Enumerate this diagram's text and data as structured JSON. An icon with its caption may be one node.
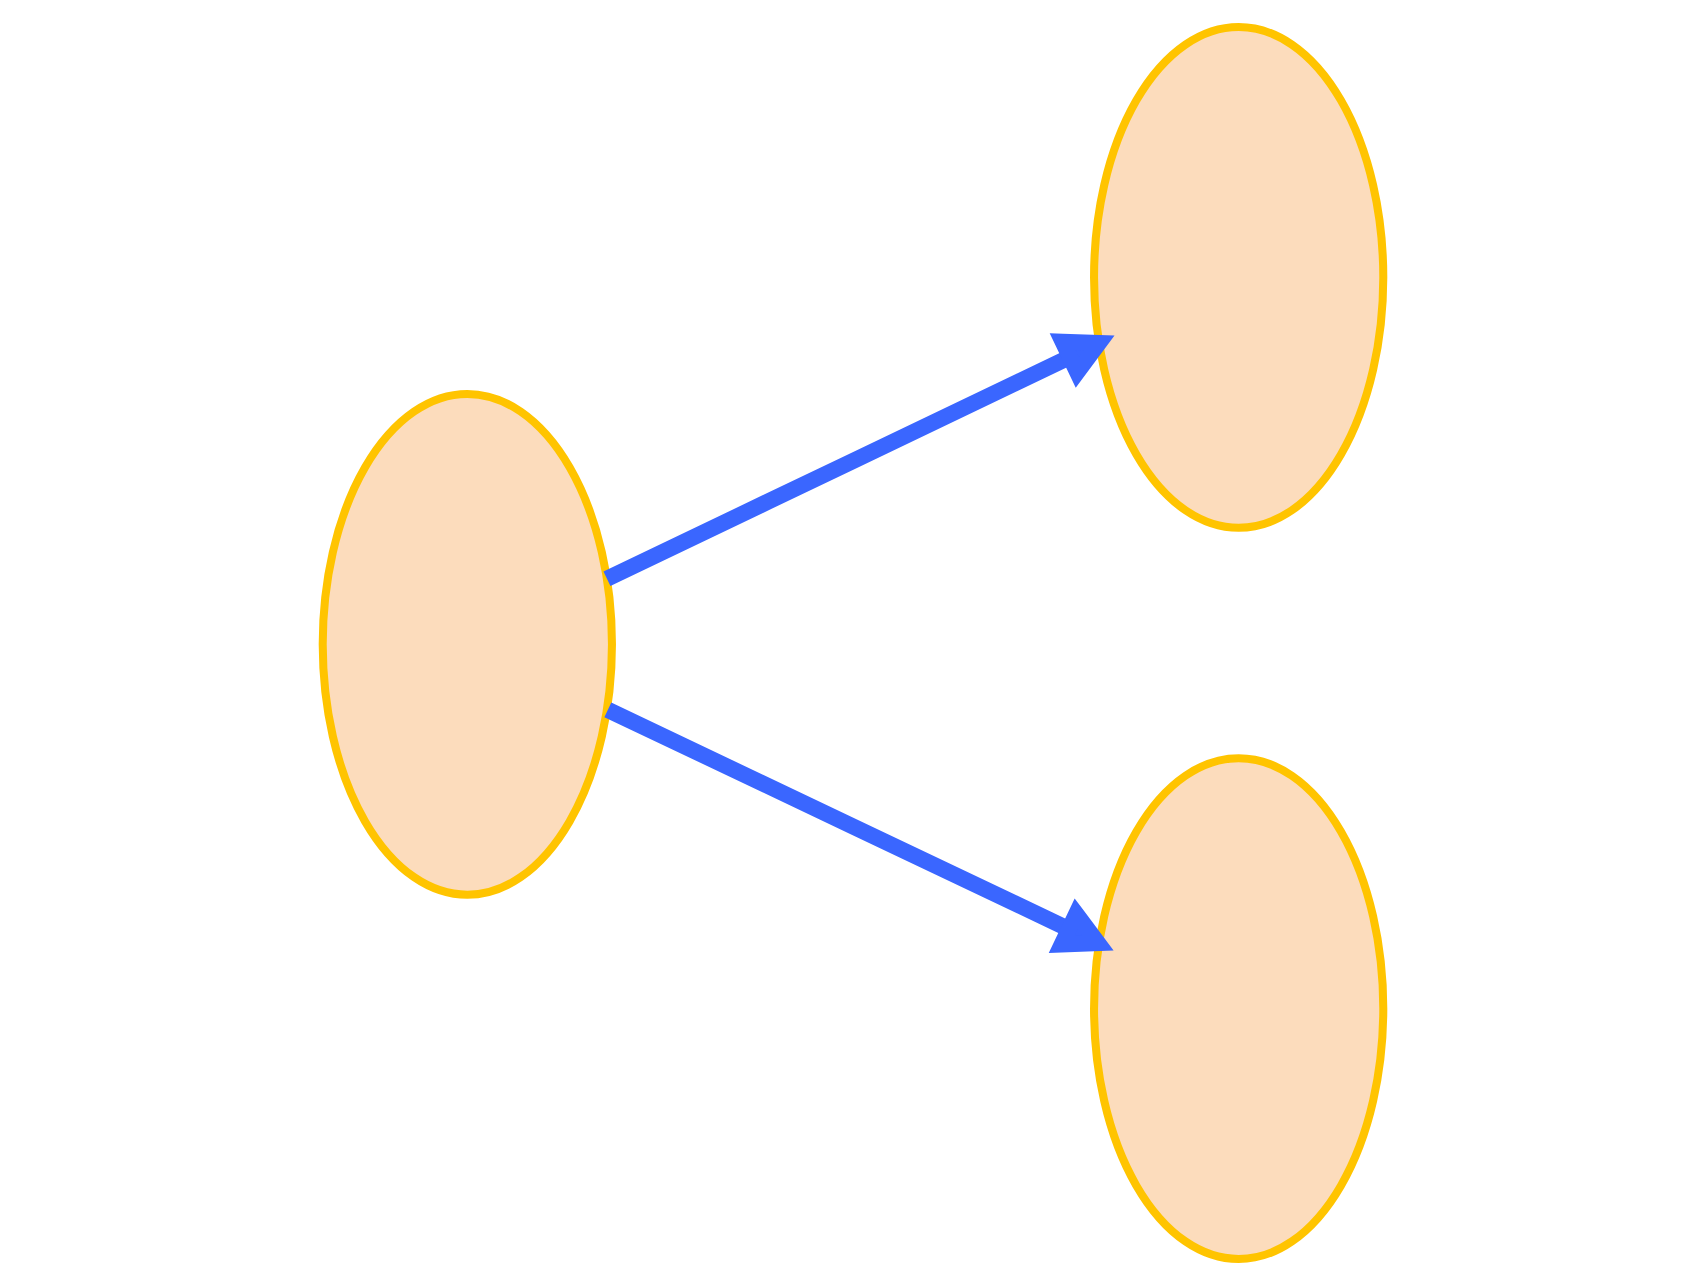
{
  "diagram": {
    "nodes": [
      {
        "text": [],
        "shape": "blob"
      },
      {
        "text": [],
        "shape": "blob"
      },
      {
        "text": [],
        "shape": "blob"
      }
    ],
    "edges": [
      {
        "from": 0,
        "to": 1,
        "arrow": "to"
      },
      {
        "from": 0,
        "to": 2,
        "arrow": "to"
      }
    ]
  }
}
